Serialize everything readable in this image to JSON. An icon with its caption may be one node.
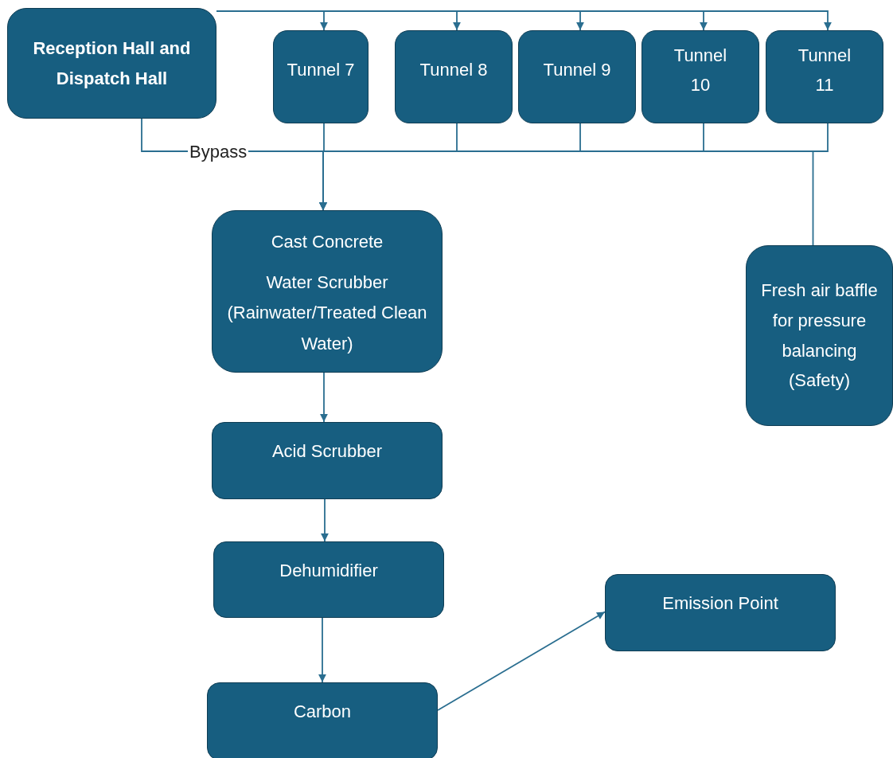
{
  "diagram": {
    "nodes": [
      {
        "text": [
          "Reception Hall and Dispatch Hall"
        ]
      },
      {
        "text": [
          "Tunnel 7"
        ]
      },
      {
        "text": [
          "Tunnel 8"
        ]
      },
      {
        "text": [
          "Tunnel 9"
        ]
      },
      {
        "text": [
          "Tunnel 10"
        ]
      },
      {
        "text": [
          "Tunnel 11"
        ]
      },
      {
        "text": [
          "Cast Concrete",
          "Water Scrubber (Rainwater/Treated Clean Water)"
        ]
      },
      {
        "text": [
          "Fresh air baffle for pressure balancing (Safety)"
        ]
      },
      {
        "text": [
          "Acid Scrubber"
        ]
      },
      {
        "text": [
          "Dehumidifier"
        ]
      },
      {
        "text": [
          "Emission Point"
        ]
      },
      {
        "text": [
          "Carbon"
        ]
      }
    ],
    "edges": [
      {
        "from": 0,
        "to": 1,
        "arrow": "to"
      },
      {
        "from": 0,
        "to": 2,
        "arrow": "to"
      },
      {
        "from": 0,
        "to": 3,
        "arrow": "to"
      },
      {
        "from": 0,
        "to": 4,
        "arrow": "to"
      },
      {
        "from": 0,
        "to": 5,
        "arrow": "to"
      },
      {
        "from": 0,
        "to": 6,
        "arrow": "to",
        "label": "Bypass"
      },
      {
        "from": 1,
        "to": 6,
        "arrow": "to"
      },
      {
        "from": 2,
        "to": 6,
        "arrow": "to"
      },
      {
        "from": 3,
        "to": 6,
        "arrow": "to"
      },
      {
        "from": 4,
        "to": 6,
        "arrow": "to"
      },
      {
        "from": 5,
        "to": 6,
        "arrow": "to"
      },
      {
        "from": 7,
        "to": 6,
        "arrow": "to"
      },
      {
        "from": 6,
        "to": 8,
        "arrow": "to"
      },
      {
        "from": 8,
        "to": 9,
        "arrow": "to"
      },
      {
        "from": 9,
        "to": 11,
        "arrow": "to"
      },
      {
        "from": 11,
        "to": 10,
        "arrow": "to"
      }
    ]
  }
}
